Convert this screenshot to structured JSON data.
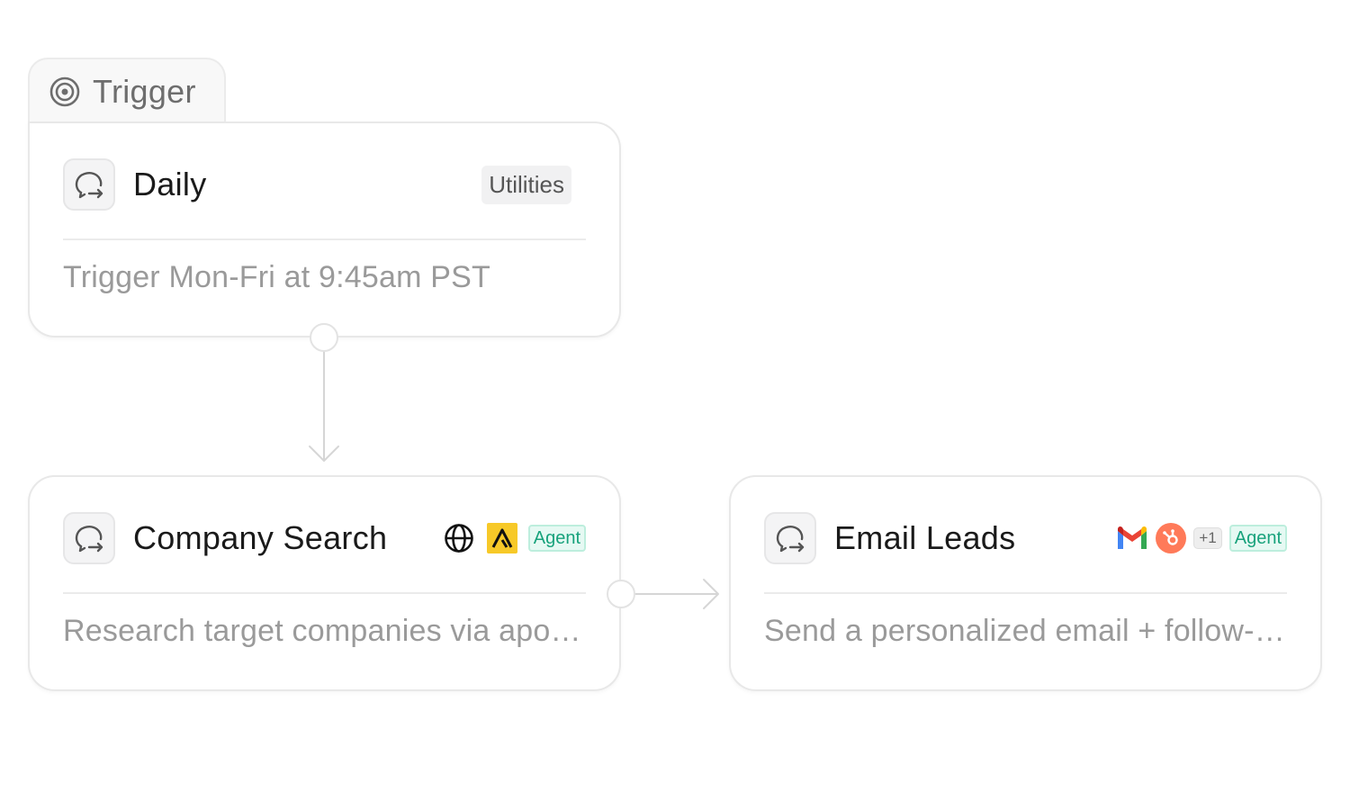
{
  "trigger_tab": {
    "label": "Trigger",
    "icon": "target-icon"
  },
  "nodes": [
    {
      "title": "Daily",
      "icon": "repeat-chat-icon",
      "badge": "Utilities",
      "description": "Trigger Mon-Fri at 9:45am PST"
    },
    {
      "title": "Company Search",
      "icon": "repeat-chat-icon",
      "tools": [
        "globe-icon",
        "apollo-icon"
      ],
      "badge": "Agent",
      "description": "Research target companies via apollo..."
    },
    {
      "title": "Email Leads",
      "icon": "repeat-chat-icon",
      "tools": [
        "gmail-icon",
        "hubspot-icon"
      ],
      "extra_tools": "+1",
      "badge": "Agent",
      "description": "Send a personalized email + follow-up"
    }
  ],
  "colors": {
    "agent_text": "#18a27c",
    "agent_bg": "#e6f9f3",
    "apollo": "#f7c928",
    "hubspot": "#ff7a59",
    "connector": "#d6d6d6"
  }
}
